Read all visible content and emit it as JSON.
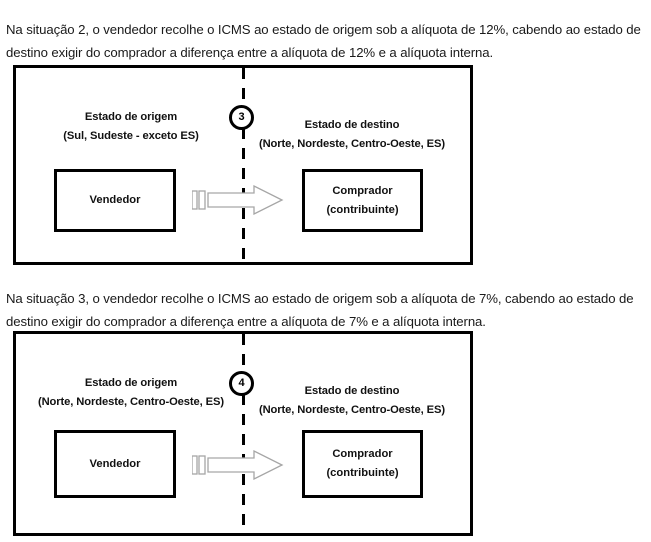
{
  "document": {
    "paragraphs": [
      {
        "id": "situacao-2",
        "text": "Na situação 2, o vendedor recolhe o ICMS ao estado de origem sob a alíquota de 12%, cabendo ao estado de destino exigir do comprador a diferença entre a alíquota de 12% e a alíquota interna."
      },
      {
        "id": "situacao-3",
        "text": "Na situação 3, o vendedor recolhe o ICMS ao estado de origem sob a alíquota de 7%, cabendo ao estado de destino exigir do comprador a diferença entre a alíquota de 7% e a alíquota interna."
      }
    ],
    "diagrams": [
      {
        "id": "diagrama-situacao-2",
        "step_number": "3",
        "origin": {
          "title": "Estado de origem",
          "subtitle": "(Sul, Sudeste - exceto ES)",
          "actor_line1": "Vendedor",
          "actor_line2": ""
        },
        "destination": {
          "title": "Estado de destino",
          "subtitle": "(Norte, Nordeste, Centro-Oeste, ES)",
          "actor_line1": "Comprador",
          "actor_line2": "(contribuinte)"
        },
        "arrow_icon": "block-arrow-right-icon",
        "divider_icon": "vertical-dashed-border-icon"
      },
      {
        "id": "diagrama-situacao-3",
        "step_number": "4",
        "origin": {
          "title": "Estado de origem",
          "subtitle": "(Norte, Nordeste, Centro-Oeste, ES)",
          "actor_line1": "Vendedor",
          "actor_line2": ""
        },
        "destination": {
          "title": "Estado de destino",
          "subtitle": "(Norte, Nordeste, Centro-Oeste, ES)",
          "actor_line1": "Comprador",
          "actor_line2": "(contribuinte)"
        },
        "arrow_icon": "block-arrow-right-icon",
        "divider_icon": "vertical-dashed-border-icon"
      }
    ],
    "colors": {
      "ink": "#000000",
      "text": "#1a1a1a",
      "arrow_outline": "#a6a6a6",
      "background": "#ffffff"
    }
  }
}
